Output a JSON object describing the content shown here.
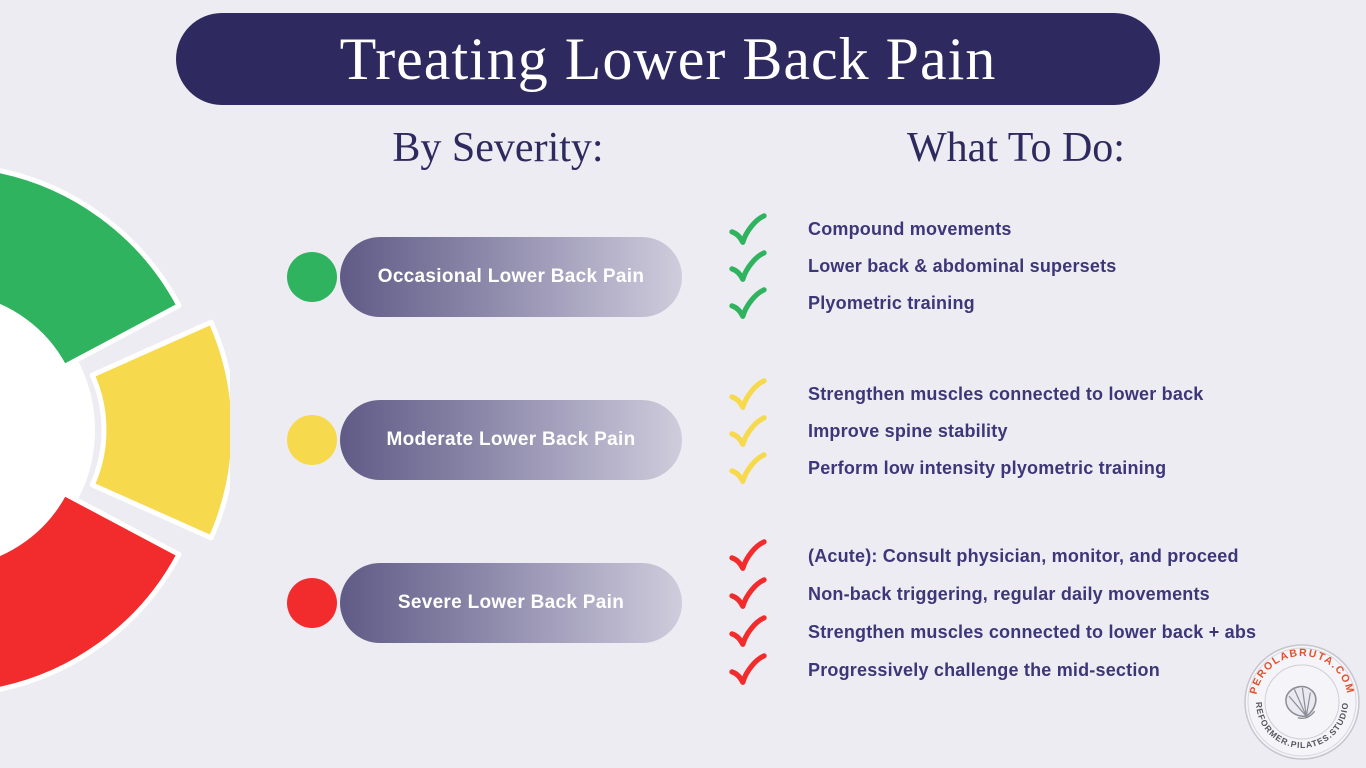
{
  "page": {
    "background": "#edecf2"
  },
  "title": "Treating Lower Back Pain",
  "headers": {
    "severity": "By Severity:",
    "todo": "What To Do:"
  },
  "severity_levels": [
    {
      "label": "Occasional Lower Back Pain",
      "color": "#2fb35e",
      "actions": [
        "Compound movements",
        "Lower back & abdominal supersets",
        "Plyometric training"
      ]
    },
    {
      "label": "Moderate Lower Back Pain",
      "color": "#f7d94e",
      "actions": [
        "Strengthen muscles connected to lower back",
        "Improve spine stability",
        "Perform low intensity plyometric training"
      ]
    },
    {
      "label": "Severe Lower Back Pain",
      "color": "#f22c2c",
      "actions": [
        "(Acute): Consult physician, monitor, and proceed",
        "Non-back triggering, regular daily movements",
        "Strengthen muscles connected to lower back + abs",
        "Progressively challenge the mid-section"
      ]
    }
  ],
  "colors": {
    "banner_bg": "#2e2a5f",
    "heading_text": "#2e2a5f",
    "list_text": "#3d3779",
    "pill_gradient_start": "#605b86",
    "pill_gradient_end": "#cfccdd",
    "background": "#edecf2"
  },
  "stamp": {
    "top_text": "PEROLABRUTA.COM",
    "bottom_text": "REFORMER.PILATES.STUDIO",
    "accent_color": "#e0512d",
    "text_color": "#55555f"
  }
}
